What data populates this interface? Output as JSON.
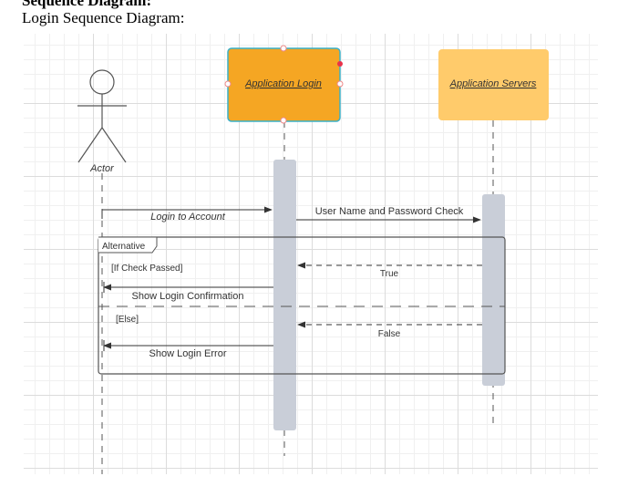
{
  "document": {
    "heading": "Sequence Diagram:",
    "caption": "Login Sequence Diagram:"
  },
  "diagram": {
    "participants": {
      "actor": "Actor",
      "app_login": "Application Login",
      "app_servers": "Application Servers"
    },
    "messages": {
      "login_to_account": "Login to Account",
      "credential_check": "User Name and Password Check",
      "true_reply": "True",
      "show_confirmation": "Show Login Confirmation",
      "false_reply": "False",
      "show_error": "Show Login Error"
    },
    "fragment": {
      "operator": "Alternative",
      "guard_passed": "[If Check Passed]",
      "guard_else": "[Else]"
    },
    "colors": {
      "app_login_fill": "#F5A623",
      "app_login_selection": "#3AB0C8",
      "app_servers_fill": "#FFCB6B",
      "activation_fill": "#C9CED8",
      "line": "#333333"
    }
  }
}
